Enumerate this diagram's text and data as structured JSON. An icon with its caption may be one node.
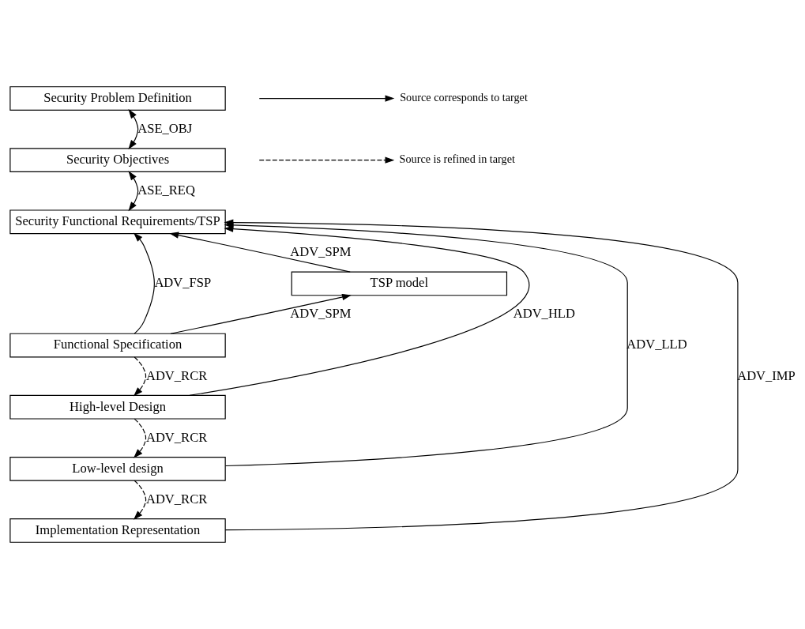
{
  "diagram": {
    "nodes": [
      {
        "text": [
          "Security Problem Definition"
        ]
      },
      {
        "text": [
          "Security Objectives"
        ]
      },
      {
        "text": [
          "Security Functional Requirements/TSP"
        ]
      },
      {
        "text": [
          "TSP model"
        ]
      },
      {
        "text": [
          "Functional Specification"
        ]
      },
      {
        "text": [
          "High-level Design"
        ]
      },
      {
        "text": [
          "Low-level design"
        ]
      },
      {
        "text": [
          "Implementation Representation"
        ]
      }
    ],
    "edges": [
      {
        "from": 0,
        "to": 1,
        "arrow": "both",
        "label": "ASE_OBJ"
      },
      {
        "from": 1,
        "to": 2,
        "arrow": "both",
        "label": "ASE_REQ"
      },
      {
        "from": 3,
        "to": 2,
        "arrow": "to",
        "label": "ADV_SPM"
      },
      {
        "from": 4,
        "to": 3,
        "arrow": "to",
        "label": "ADV_SPM"
      },
      {
        "from": 4,
        "to": 2,
        "arrow": "to",
        "label": "ADV_FSP"
      },
      {
        "from": 5,
        "to": 2,
        "arrow": "to",
        "label": "ADV_HLD"
      },
      {
        "from": 6,
        "to": 2,
        "arrow": "to",
        "label": "ADV_LLD"
      },
      {
        "from": 7,
        "to": 2,
        "arrow": "to",
        "label": "ADV_IMP"
      },
      {
        "from": 4,
        "to": 5,
        "arrow": "to",
        "label": "ADV_RCR",
        "style": "dashed"
      },
      {
        "from": 5,
        "to": 6,
        "arrow": "to",
        "label": "ADV_RCR",
        "style": "dashed"
      },
      {
        "from": 6,
        "to": 7,
        "arrow": "to",
        "label": "ADV_RCR",
        "style": "dashed"
      }
    ],
    "legend": [
      {
        "text": "Source corresponds to target"
      },
      {
        "text": "Source is refined in target"
      }
    ]
  }
}
